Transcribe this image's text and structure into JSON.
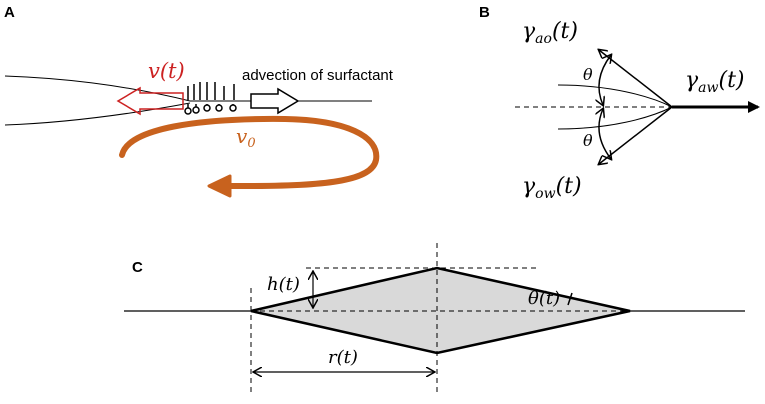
{
  "panels": {
    "a": "A",
    "b": "B",
    "c": "C"
  },
  "panel_a": {
    "velocity_label": "v(t)",
    "advection_label": "advection of surfactant",
    "v0_label": "v",
    "v0_sub": "0",
    "colors": {
      "velocity": "#cc2222",
      "flow": "#c8621e",
      "ink": "#000000"
    }
  },
  "panel_b": {
    "gamma_ao": {
      "sym": "γ",
      "sub": "ao",
      "arg": "(t)"
    },
    "gamma_aw": {
      "sym": "γ",
      "sub": "aw",
      "arg": "(t)"
    },
    "gamma_ow": {
      "sym": "γ",
      "sub": "ow",
      "arg": "(t)"
    },
    "theta_top": "θ",
    "theta_bottom": "θ"
  },
  "panel_c": {
    "h_label": "h(t)",
    "theta_label": "θ(t)",
    "r_label": "r(t)",
    "fill_color": "#d9d9d9"
  }
}
